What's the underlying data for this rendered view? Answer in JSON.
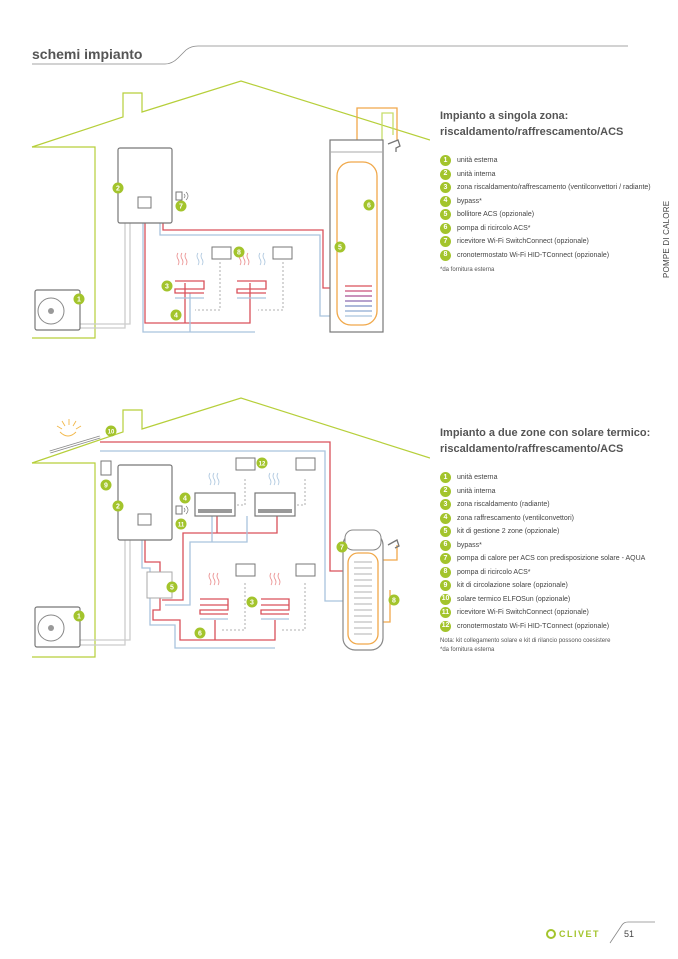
{
  "header": {
    "title": "schemi impianto"
  },
  "side_label": "POMPE DI CALORE",
  "colors": {
    "accent": "#a3c42c",
    "hot_pipe": "#d9505a",
    "cold_pipe": "#a9c4dd",
    "dhw_pipe": "#f0a84a",
    "equipment": "#777777"
  },
  "sections": [
    {
      "title_line1": "Impianto a singola zona:",
      "title_line2": "riscaldamento/raffrescamento/ACS",
      "items": [
        {
          "num": "1",
          "label": "unità esterna"
        },
        {
          "num": "2",
          "label": "unità interna"
        },
        {
          "num": "3",
          "label": "zona riscaldamento/raffrescamento (ventilconvettori / radiante)"
        },
        {
          "num": "4",
          "label": "bypass*"
        },
        {
          "num": "5",
          "label": "bollitore ACS (opzionale)"
        },
        {
          "num": "6",
          "label": "pompa di ricircolo ACS*"
        },
        {
          "num": "7",
          "label": "ricevitore Wi-Fi SwitchConnect (opzionale)"
        },
        {
          "num": "8",
          "label": "cronotermostato Wi-Fi HID-TConnect (opzionale)"
        }
      ],
      "note_line1": "*da fornitura esterna",
      "note_line2": ""
    },
    {
      "title_line1": "Impianto a due zone con solare termico:",
      "title_line2": "riscaldamento/raffrescamento/ACS",
      "items": [
        {
          "num": "1",
          "label": "unità esterna"
        },
        {
          "num": "2",
          "label": "unità interna"
        },
        {
          "num": "3",
          "label": "zona riscaldamento (radiante)"
        },
        {
          "num": "4",
          "label": "zona raffrescamento (ventilconvettori)"
        },
        {
          "num": "5",
          "label": "kit di gestione 2 zone (opzionale)"
        },
        {
          "num": "6",
          "label": "bypass*"
        },
        {
          "num": "7",
          "label": "pompa di calore per ACS con predisposizione solare - AQUA"
        },
        {
          "num": "8",
          "label": "pompa di ricircolo ACS*"
        },
        {
          "num": "9",
          "label": "kit di circolazione solare (opzionale)"
        },
        {
          "num": "10",
          "label": "solare termico ELFOSun (opzionale)"
        },
        {
          "num": "11",
          "label": "ricevitore Wi-Fi SwitchConnect (opzionale)"
        },
        {
          "num": "12",
          "label": "cronotermostato Wi-Fi HID-TConnect (opzionale)"
        }
      ],
      "note_line1": "Nota: kit collegamento solare e kit di rilancio possono coesistere",
      "note_line2": "*da fornitura esterna"
    }
  ],
  "diagram1_markers": [
    "1",
    "2",
    "3",
    "4",
    "5",
    "6",
    "7",
    "8"
  ],
  "diagram2_markers": [
    "1",
    "2",
    "3",
    "3",
    "4",
    "5",
    "6",
    "7",
    "8",
    "9",
    "10",
    "11",
    "12"
  ],
  "footer": {
    "brand": "CLIVET",
    "page_number": "51"
  }
}
